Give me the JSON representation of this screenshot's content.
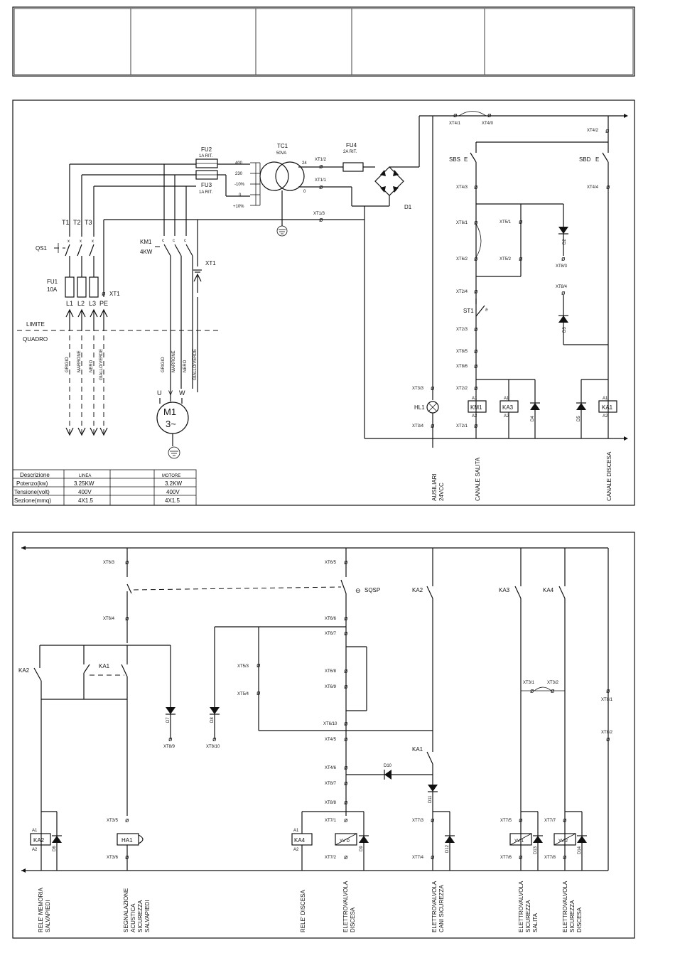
{
  "title_block": {
    "cells": [
      "",
      "",
      "",
      "",
      ""
    ]
  },
  "top_diagram": {
    "transformer": {
      "id": "TC1",
      "rating": "50VA",
      "taps_primary": [
        "400",
        "230",
        "-10%",
        "0",
        "+10%"
      ],
      "taps_secondary": [
        "24",
        "0"
      ]
    },
    "fuses": [
      {
        "id": "FU2",
        "rating": "1A RIT."
      },
      {
        "id": "FU3",
        "rating": "1A RIT."
      },
      {
        "id": "FU4",
        "rating": "2A RIT."
      },
      {
        "id": "FU1",
        "rating": "10A"
      }
    ],
    "bridge": "D1",
    "terminals_top": [
      "XT4/1",
      "XT4/0",
      "XT4/2",
      "XT1/2",
      "XT1/1",
      "XT1/3"
    ],
    "switch_qs1": "QS1",
    "phases": [
      "T1",
      "T2",
      "T3"
    ],
    "supply_terminals": [
      "L1",
      "L2",
      "L3",
      "PE"
    ],
    "xt1": "XT1",
    "contactor": {
      "id": "KM1",
      "rating": "4KW"
    },
    "limit_labels": [
      "LIMITE",
      "QUADRO"
    ],
    "cable_colors_left": [
      "GRIGIO",
      "MARRONE",
      "NERO",
      "GIALLO/VERDE"
    ],
    "cable_colors_motor": [
      "GRIGIO",
      "MARRONE",
      "NERO",
      "GIALLO/VERDE"
    ],
    "motor": {
      "id": "M1",
      "type": "3~",
      "terminals": [
        "U",
        "V",
        "W"
      ]
    },
    "control": {
      "sbs": "SBS",
      "sbd": "SBD",
      "st1": "ST1",
      "xt_left": [
        "XT4/3",
        "XT6/1",
        "XT6/2",
        "XT2/4",
        "XT2/3",
        "XT8/5",
        "XT8/6",
        "XT2/2",
        "XT2/1"
      ],
      "xt_mid": [
        "XT5/1",
        "XT5/2",
        "XT8/3",
        "XT8/4"
      ],
      "xt_right": [
        "XT4/4"
      ],
      "xt_aux": [
        "XT3/3",
        "XT3/4"
      ],
      "lamp": "HL1",
      "coils": [
        "KM1",
        "KA3",
        "KA1"
      ],
      "diodes": [
        "D2",
        "D3",
        "D4",
        "D5"
      ],
      "channel_labels": [
        "AUSILIARI",
        "24VCC",
        "CANALE  SALITA",
        "CANALE  DISCESA"
      ]
    },
    "spec_table": {
      "headers": [
        "Descrizione",
        "LINEA",
        "",
        "MOTORE"
      ],
      "rows": [
        [
          "Potenzo(kw)",
          "3.25KW",
          "",
          "3.2KW"
        ],
        [
          "Tensione(volt)",
          "400V",
          "",
          "400V"
        ],
        [
          "Sezione(mmq)",
          "4X1.5",
          "",
          "4X1.5"
        ]
      ]
    }
  },
  "bottom_diagram": {
    "terminals": [
      "XT6/3",
      "XT6/4",
      "XT6/5",
      "XT6/6",
      "XT6/7",
      "XT6/8",
      "XT6/9",
      "XT6/10",
      "XT4/5",
      "XT4/6",
      "XT8/7",
      "XT8/8",
      "XT5/3",
      "XT5/4",
      "XT8/9",
      "XT8/10",
      "XT3/5",
      "XT3/6",
      "XT7/1",
      "XT7/2",
      "XT7/3",
      "XT7/4",
      "XT7/5",
      "XT7/6",
      "XT7/7",
      "XT7/8",
      "XT3/1",
      "XT3/2",
      "XT8/1",
      "XT8/2"
    ],
    "switch_sqsp": "SQSP",
    "contacts": [
      "KA2",
      "KA1",
      "KA2",
      "KA1",
      "KA3",
      "KA4"
    ],
    "diodes": [
      "D6",
      "D7",
      "D8",
      "D9",
      "D10",
      "D11",
      "D12",
      "D13",
      "D14"
    ],
    "devices": [
      "KA2",
      "HA1",
      "KA4",
      "YV D",
      "YV 1",
      "YV 2"
    ],
    "labels": [
      [
        "RELE' MEMORIA",
        "SALVAPIEDI"
      ],
      [
        "SEGNALAZIONE",
        "ACUSTICA",
        "SICUREZZA",
        "SALVAPIEDI"
      ],
      [
        "RELE' DISCESA"
      ],
      [
        "ELETTROVALVOLA",
        "DISCESA"
      ],
      [
        "ELETTROVALVOLA",
        "CANI SICUREZZA"
      ],
      [
        "ELETTROVALVOLA",
        "SICUREZZA",
        "SALITA"
      ],
      [
        "ELETTROVALVOLA",
        "SICUREZZA",
        "DISCESA"
      ]
    ]
  }
}
